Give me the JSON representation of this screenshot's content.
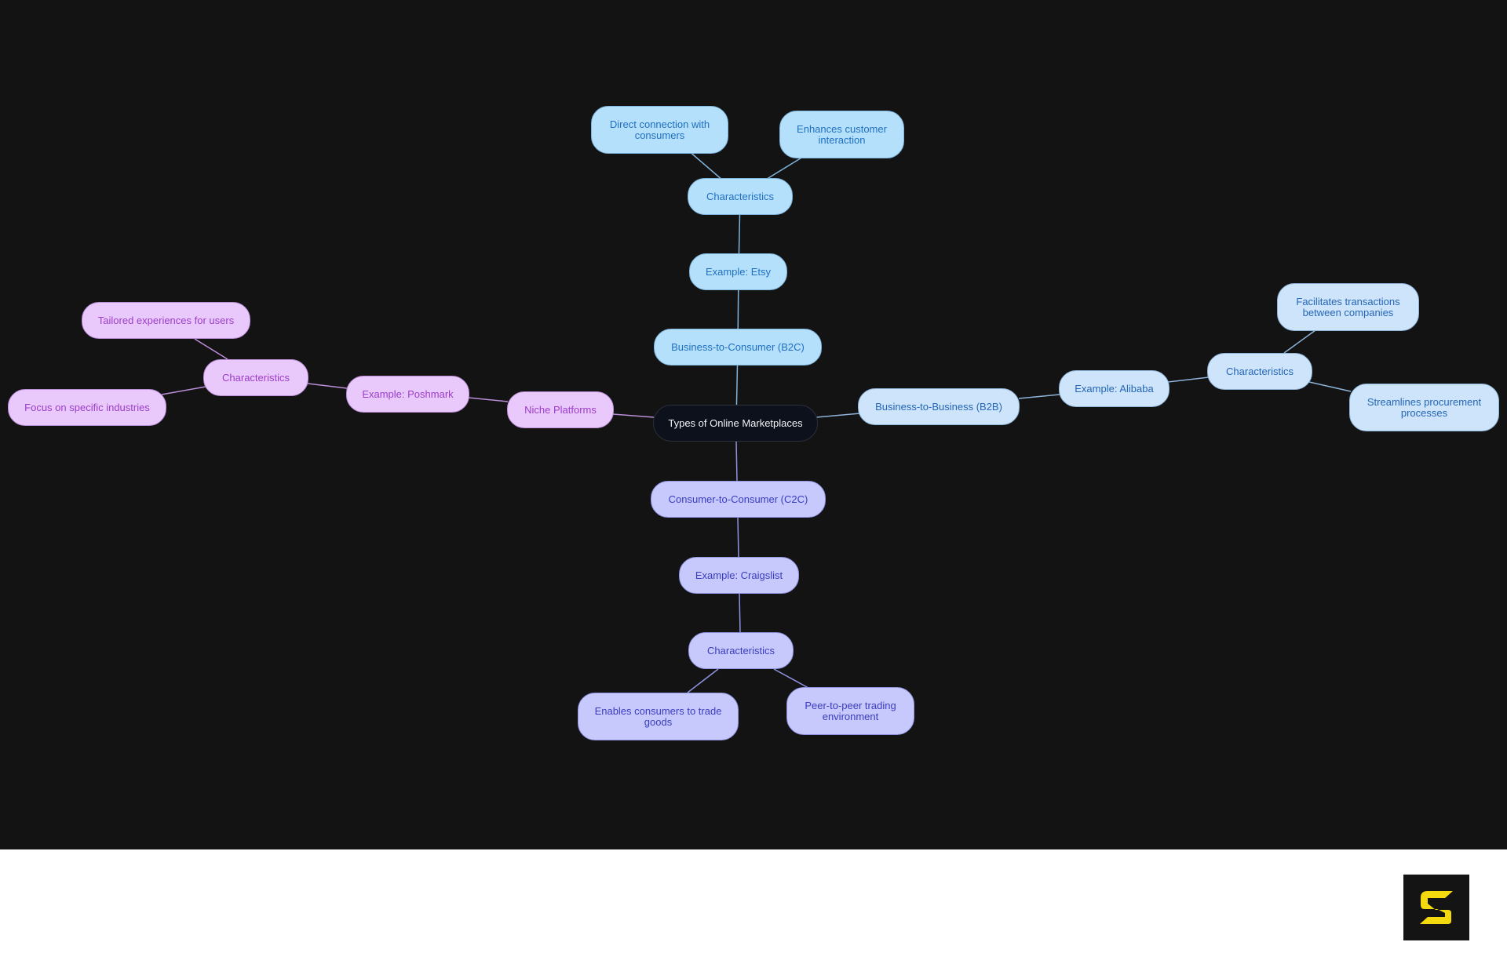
{
  "diagram": {
    "title": "Types of Online Marketplaces",
    "colors": {
      "background": "#131313",
      "footer": "#ffffff",
      "root_fill": "#0c111b",
      "b2c_fill": "#b5e0fc",
      "b2c_text": "#1f6fc0",
      "b2c_edge": "#7fb4dc",
      "b2b_fill": "#cde4fa",
      "b2b_text": "#2566b8",
      "b2b_edge": "#8eb3d8",
      "c2c_fill": "#c7c9fc",
      "c2c_text": "#3a3dbf",
      "c2c_edge": "#8f93e0",
      "niche_fill": "#e9c9fb",
      "niche_text": "#9b3dca",
      "niche_edge": "#bb8ed8",
      "logo_bg": "#141414",
      "logo_fg": "#f5d90f"
    },
    "root": {
      "label": "Types of Online Marketplaces"
    },
    "branches": {
      "b2c": {
        "label": "Business-to-Consumer (B2C)",
        "example": "Example: Etsy",
        "characteristics_label": "Characteristics",
        "characteristics": [
          "Direct connection with consumers",
          "Enhances customer interaction"
        ]
      },
      "b2b": {
        "label": "Business-to-Business (B2B)",
        "example": "Example: Alibaba",
        "characteristics_label": "Characteristics",
        "characteristics": [
          "Facilitates transactions between companies",
          "Streamlines procurement processes"
        ]
      },
      "c2c": {
        "label": "Consumer-to-Consumer (C2C)",
        "example": "Example: Craigslist",
        "characteristics_label": "Characteristics",
        "characteristics": [
          "Enables consumers to trade goods",
          "Peer-to-peer trading environment"
        ]
      },
      "niche": {
        "label": "Niche Platforms",
        "example": "Example: Poshmark",
        "characteristics_label": "Characteristics",
        "characteristics": [
          "Tailored experiences for users",
          "Focus on specific industries"
        ]
      }
    }
  },
  "footer": {
    "logo_icon": "s-logo-icon"
  }
}
